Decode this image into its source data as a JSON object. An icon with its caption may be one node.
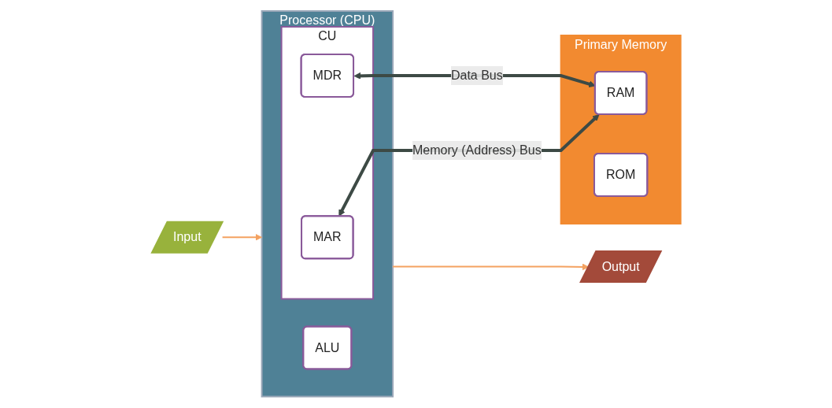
{
  "diagram": {
    "nodes": [
      {
        "text": [
          "Processor (CPU)"
        ]
      },
      {
        "text": [
          "CU"
        ],
        "in": 0
      },
      {
        "text": [
          "MAR"
        ],
        "in": 1
      },
      {
        "text": [
          "MDR"
        ],
        "in": 1
      },
      {
        "text": [
          "ALU"
        ],
        "in": 0
      },
      {
        "text": [
          "Input"
        ]
      },
      {
        "text": [
          "Output"
        ]
      },
      {
        "text": [
          "Primary Memory"
        ]
      },
      {
        "text": [
          "RAM"
        ],
        "in": 7
      },
      {
        "text": [
          "ROM"
        ],
        "in": 7
      }
    ],
    "edges": [
      {
        "from": 5,
        "to": 0,
        "arrow": "to",
        "color": "#f4a261"
      },
      {
        "from": 0,
        "to": 6,
        "arrow": "to",
        "color": "#f4a261"
      },
      {
        "from": 2,
        "to": 8,
        "arrow": "both",
        "label": "Memory (Address) Bus",
        "style": "thick",
        "color": "#3d4a45"
      },
      {
        "from": 3,
        "to": 8,
        "arrow": "both",
        "label": "Data Bus",
        "style": "thick",
        "color": "#3d4a45"
      }
    ]
  }
}
